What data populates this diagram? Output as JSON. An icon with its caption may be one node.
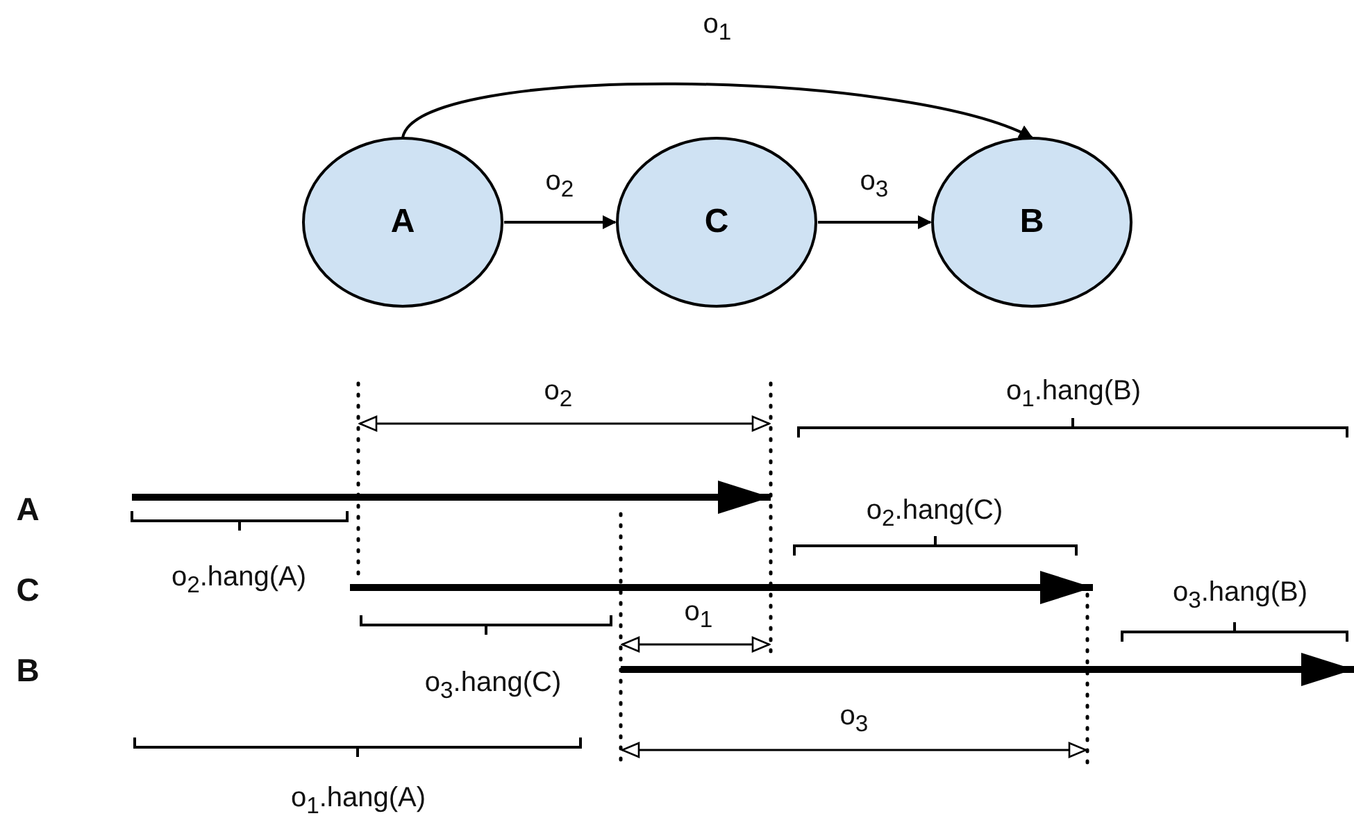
{
  "diagram": {
    "nodes": [
      {
        "text": [
          "A"
        ]
      },
      {
        "text": [
          "C"
        ]
      },
      {
        "text": [
          "B"
        ]
      }
    ],
    "edges": [
      {
        "from": 0,
        "to": 2,
        "arrow": "to",
        "label": "o$_{1}$"
      },
      {
        "from": 0,
        "to": 1,
        "arrow": "to",
        "label": "o$_{2}$"
      },
      {
        "from": 1,
        "to": 2,
        "arrow": "to",
        "label": "o$_{3}$"
      }
    ],
    "labels": [
      "o$_{2}$",
      "o$_{1}$.hang(B)",
      "A",
      "o$_{2}$.hang(C)",
      "C",
      "o$_{2}$.hang(A)",
      "o$_{3}$.hang(B)",
      "o$_{1}$",
      "B",
      "o$_{3}$.hang(C)",
      "o$_{3}$",
      "o$_{1}$.hang(A)"
    ]
  }
}
